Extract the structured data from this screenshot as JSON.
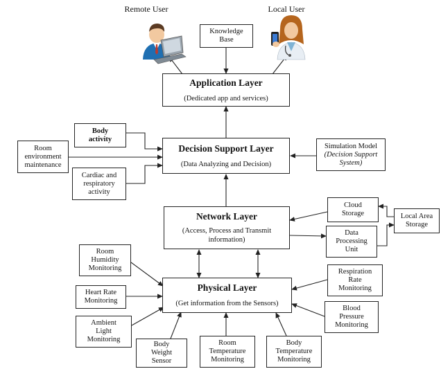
{
  "users": {
    "remote": "Remote User",
    "local": "Local User"
  },
  "knowledge_base": [
    "Knowledge",
    "Base"
  ],
  "layers": {
    "application": {
      "title": "Application Layer",
      "sub": "(Dedicated app and services)"
    },
    "decision": {
      "title": "Decision Support Layer",
      "sub": "(Data Analyzing and Decision)"
    },
    "network": {
      "title": "Network Layer",
      "sub": [
        "(Access, Process and Transmit",
        "information)"
      ]
    },
    "physical": {
      "title": "Physical Layer",
      "sub": "(Get information from the Sensors)"
    }
  },
  "decision_inputs": {
    "body_activity": [
      "Body",
      "activity"
    ],
    "room_env": [
      "Room",
      "environment",
      "maintenance"
    ],
    "cardiac": [
      "Cardiac and",
      "respiratory",
      "activity"
    ],
    "simulation": [
      "Simulation Model",
      "(Decision Support",
      "System)"
    ]
  },
  "network_side": {
    "cloud": [
      "Cloud",
      "Storage"
    ],
    "processing": [
      "Data",
      "Processing",
      "Unit"
    ],
    "lan": [
      "Local Area",
      "Storage"
    ]
  },
  "sensors": {
    "humidity": [
      "Room",
      "Humidity",
      "Monitoring"
    ],
    "heart_rate": [
      "Heart Rate",
      "Monitoring"
    ],
    "ambient": [
      "Ambient",
      "Light",
      "Monitoring"
    ],
    "body_weight": [
      "Body",
      "Weight",
      "Sensor"
    ],
    "room_temp": [
      "Room",
      "Temperature",
      "Monitoring"
    ],
    "body_temp": [
      "Body",
      "Temperature",
      "Monitoring"
    ],
    "respiration": [
      "Respiration",
      "Rate",
      "Monitoring"
    ],
    "blood_pressure": [
      "Blood",
      "Pressure",
      "Monitoring"
    ]
  },
  "colors": {
    "line": "#222222",
    "remote_shirt": "#1f6fb2",
    "skin": "#f2c9a0",
    "hair_dark": "#5a3a22",
    "hair_light": "#b5651d",
    "doctor_coat": "#e8eef4"
  }
}
